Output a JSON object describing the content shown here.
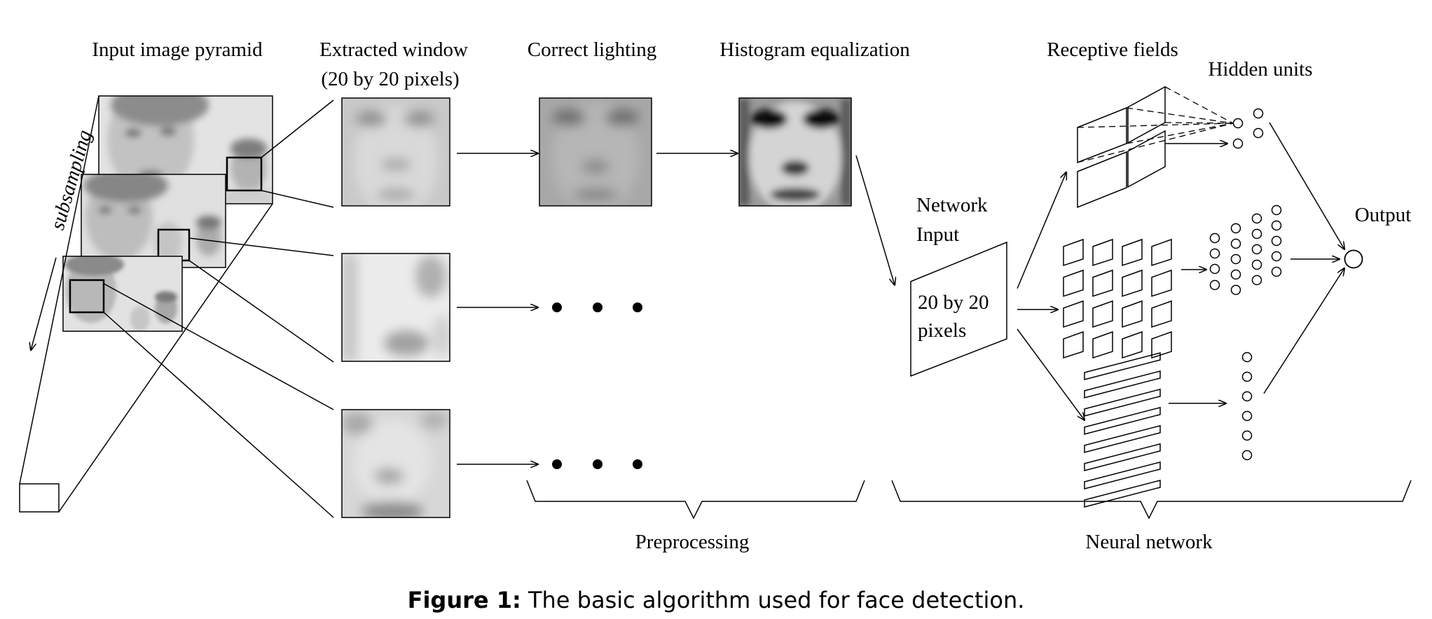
{
  "labels": {
    "input_pyramid": "Input image pyramid",
    "extracted_window_line1": "Extracted window",
    "extracted_window_line2": "(20 by 20 pixels)",
    "correct_lighting": "Correct lighting",
    "histogram_equalization": "Histogram equalization",
    "receptive_fields": "Receptive fields",
    "hidden_units": "Hidden units",
    "output": "Output",
    "network_input_line1": "Network",
    "network_input_line2": "Input",
    "input_box_line1": "20 by 20",
    "input_box_line2": "pixels",
    "subsampling": "subsampling",
    "preprocessing": "Preprocessing",
    "neural_network": "Neural network"
  },
  "caption": {
    "prefix": "Figure 1:",
    "text": " The basic algorithm used for face detection."
  },
  "colors": {
    "ink": "#000000",
    "photo_light": "#e6e6e6",
    "photo_mid": "#bdbdbd",
    "photo_dark": "#7a7a7a"
  }
}
